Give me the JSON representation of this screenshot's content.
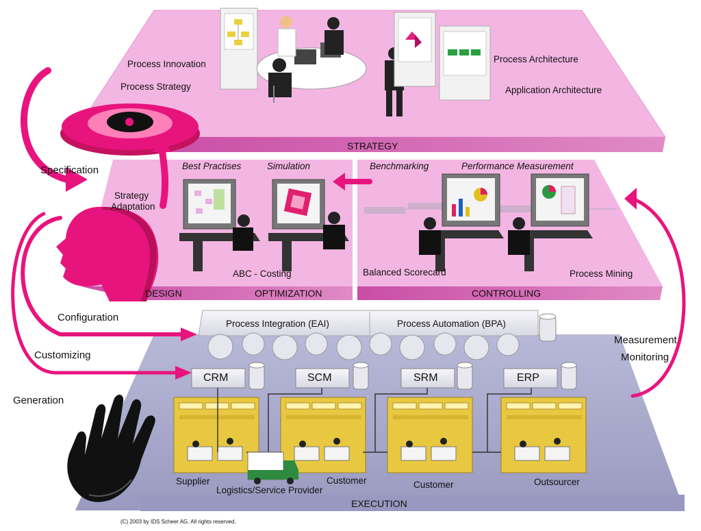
{
  "layers": {
    "strategy": {
      "title": "STRATEGY",
      "items": [
        "Process Innovation",
        "Process Strategy",
        "Process Architecture",
        "Application Architecture"
      ]
    },
    "design_optimization": {
      "design_title": "DESIGN",
      "optimization_title": "OPTIMIZATION",
      "items": [
        "Best Practises",
        "Simulation",
        "ABC - Costing",
        "Strategy Adaptation"
      ]
    },
    "controlling": {
      "title": "CONTROLLING",
      "items": [
        "Benchmarking",
        "Performance Measurement",
        "Balanced Scorecard",
        "Process Mining"
      ]
    },
    "execution": {
      "title": "EXECUTION",
      "integration_bar": [
        "Process Integration (EAI)",
        "Process Automation (BPA)"
      ],
      "systems": [
        "CRM",
        "SCM",
        "SRM",
        "ERP"
      ],
      "partners": [
        "Supplier",
        "Logistics/Service Provider",
        "Customer",
        "Customer",
        "Outsourcer"
      ]
    }
  },
  "side_labels": {
    "specification": "Specification",
    "configuration": "Configuration",
    "customizing": "Customizing",
    "generation": "Generation",
    "measurement": "Measurement",
    "monitoring": "Monitoring"
  },
  "copyright": "(C) 2003 by IDS Scheer AG. All rights reserved.",
  "colors": {
    "layer_pink": "#f2aee0",
    "bar_pink": "#d860b4",
    "arrow_magenta": "#e8147e",
    "execution_lavender": "#aaaacc",
    "cabinet_yellow": "#e8c840",
    "truck_green": "#2e8a3e"
  }
}
